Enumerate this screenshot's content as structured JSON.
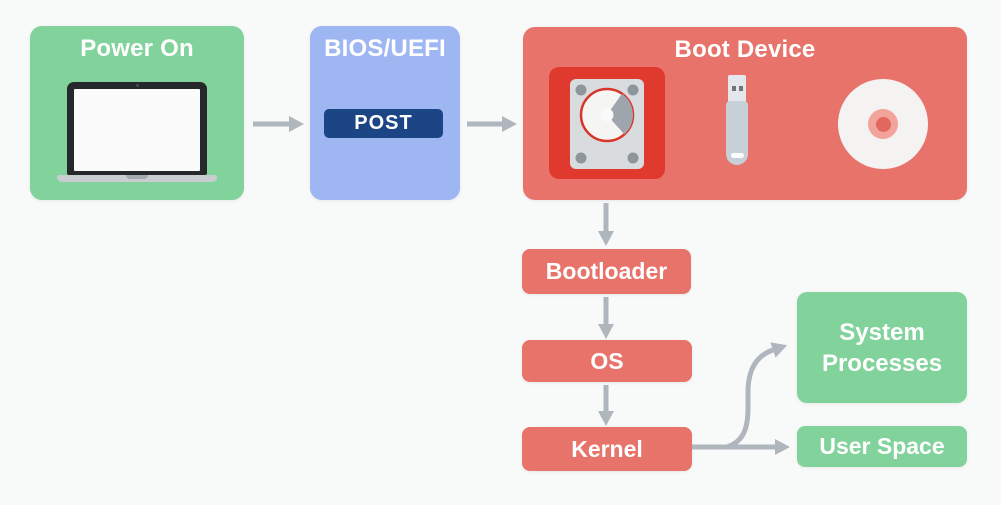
{
  "colors": {
    "background": "#F8F9F9",
    "green": "#82D29C",
    "salmon": "#E8736B",
    "bright_red": "#E03A2E",
    "light_blue": "#9EB7F2",
    "navy": "#1B4584",
    "arrow_gray": "#AFB6BD",
    "label_text": "#FFFFFF"
  },
  "nodes": {
    "power_on": {
      "label": "Power On",
      "icon": "laptop-icon"
    },
    "bios_uefi": {
      "label": "BIOS/UEFI",
      "badge": "POST"
    },
    "boot_device": {
      "label": "Boot Device",
      "icons": [
        "hard-drive-icon",
        "usb-drive-icon",
        "optical-disc-icon"
      ],
      "highlighted_icon": "hard-drive-icon"
    },
    "bootloader": {
      "label": "Bootloader"
    },
    "os": {
      "label": "OS"
    },
    "kernel": {
      "label": "Kernel"
    },
    "system_processes": {
      "label": "System Processes"
    },
    "user_space": {
      "label": "User Space"
    }
  },
  "flow": [
    "Power On → BIOS/UEFI",
    "BIOS/UEFI → Boot Device",
    "Boot Device → Bootloader",
    "Bootloader → OS",
    "OS → Kernel",
    "Kernel → System Processes",
    "Kernel → User Space"
  ]
}
